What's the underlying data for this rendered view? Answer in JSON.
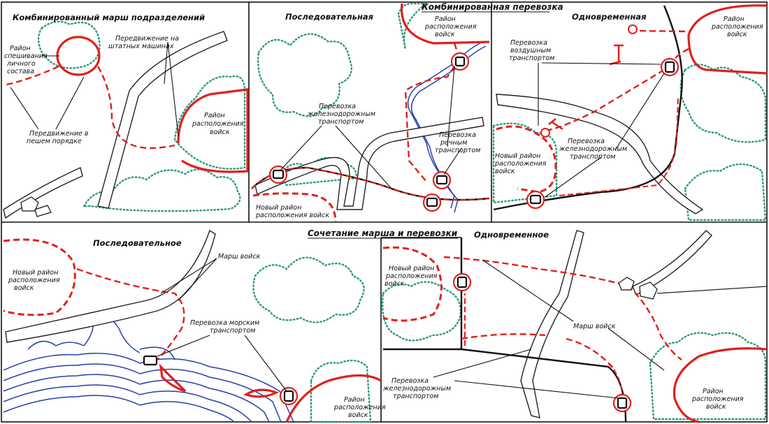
{
  "panels": {
    "p1": {
      "title": "Комбинированный марш подразделений",
      "labels": {
        "dismount_l1": "Район",
        "dismount_l2": "спешивания",
        "dismount_l3": "личного",
        "dismount_l4": "состава",
        "vehicles_l1": "Передвижение на",
        "vehicles_l2": "штатных машинах",
        "foot_l1": "Передвижение в",
        "foot_l2": "пешем порядке",
        "area_l1": "Район",
        "area_l2": "расположения",
        "area_l3": "войск"
      }
    },
    "p2": {
      "title": "Последовательная",
      "labels": {
        "area_l1": "Район",
        "area_l2": "расположения",
        "area_l3": "войск",
        "rail_l1": "Перевозка",
        "rail_l2": "железнодорожным",
        "rail_l3": "транспортом",
        "river_l1": "Перевозка",
        "river_l2": "речным",
        "river_l3": "транспортом",
        "new_l1": "Новый район",
        "new_l2": "расположения войск"
      }
    },
    "header_top": "Комбинированная перевозка",
    "p3": {
      "title": "Одновременная",
      "labels": {
        "area_l1": "Район",
        "area_l2": "расположения",
        "area_l3": "войск",
        "air_l1": "Перевозка",
        "air_l2": "воздушным",
        "air_l3": "транспортом",
        "rail_l1": "Перевозка",
        "rail_l2": "железнодорожным",
        "rail_l3": "транспортом",
        "new_l1": "Новый район",
        "new_l2": "расположения",
        "new_l3": "войск"
      }
    },
    "header_bottom": "Сочетание марша и перевозки",
    "p4": {
      "title": "Последовательное",
      "labels": {
        "new_l1": "Новый район",
        "new_l2": "расположения",
        "new_l3": "войск",
        "march_l1": "Марш войск",
        "sea_l1": "Перевозка морским",
        "sea_l2": "транспортом",
        "area_l1": "Район",
        "area_l2": "расположения",
        "area_l3": "войск"
      }
    },
    "p5": {
      "title": "Одновременное",
      "labels": {
        "new_l1": "Новый район",
        "new_l2": "расположения",
        "new_l3": "войск",
        "march_l1": "Марш войск",
        "rail_l1": "Перевозка",
        "rail_l2": "железнодорожным",
        "rail_l3": "транспортом",
        "area_l1": "Район",
        "area_l2": "расположения",
        "area_l3": "войск"
      }
    }
  },
  "colors": {
    "route": "#e0201c",
    "forest": "#2a9a78",
    "water": "#2340a8",
    "ink": "#111111"
  }
}
